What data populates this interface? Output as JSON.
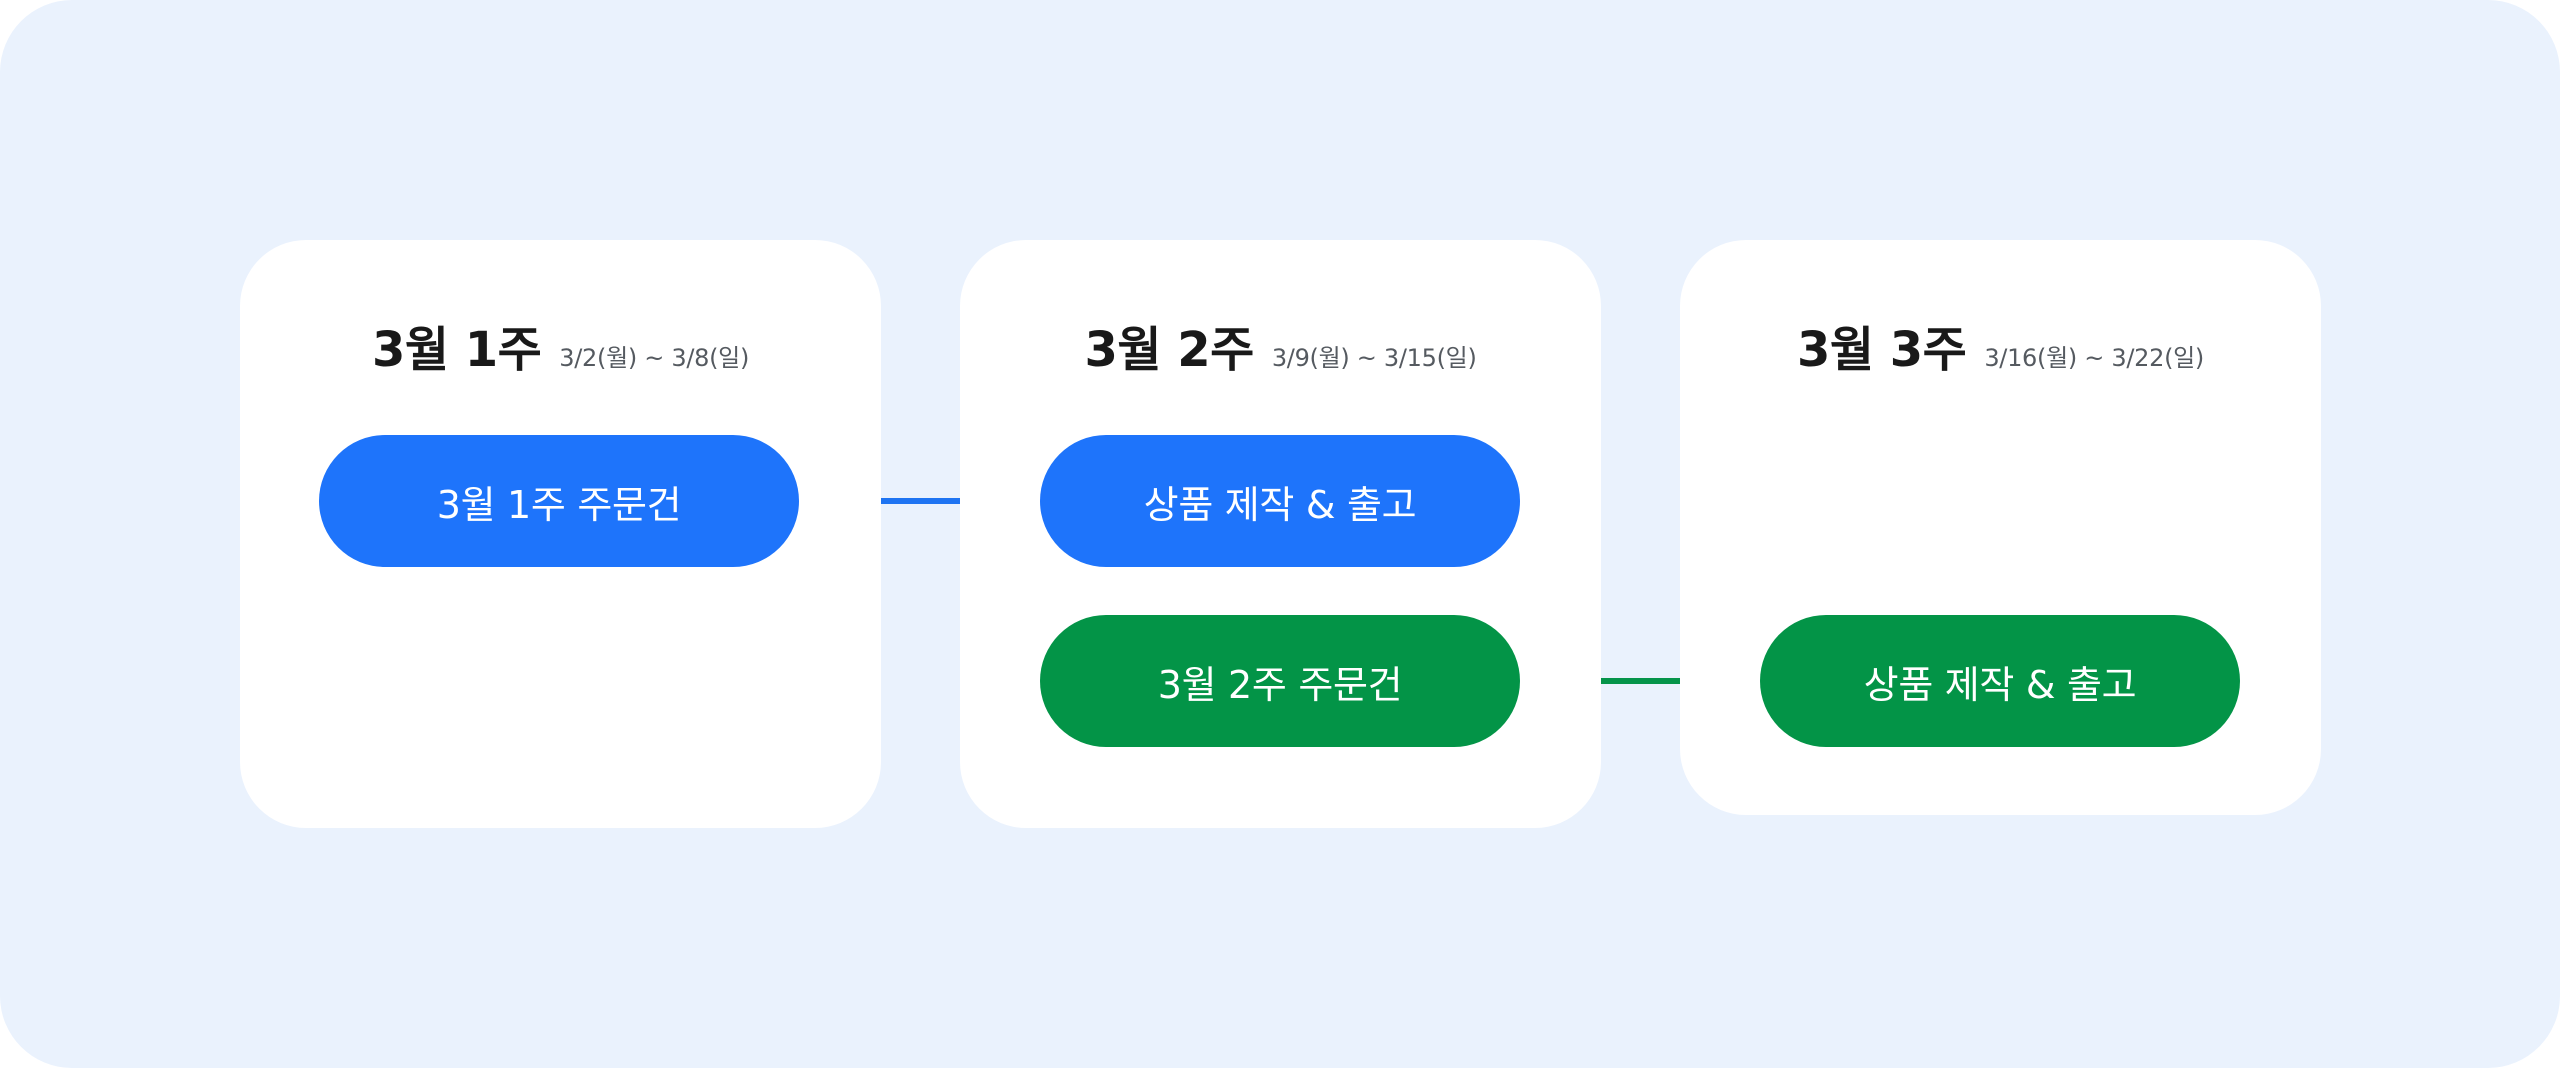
{
  "weeks": [
    {
      "title": "3월 1주",
      "range": "3/2(월) ~ 3/8(일)"
    },
    {
      "title": "3월 2주",
      "range": "3/9(월) ~ 3/15(일)"
    },
    {
      "title": "3월 3주",
      "range": "3/16(월) ~ 3/22(일)"
    }
  ],
  "flows": {
    "week1_orders": {
      "order_label": "3월 1주 주문건",
      "production_label": "상품 제작 & 출고",
      "color": "#1e74fb"
    },
    "week2_orders": {
      "order_label": "3월 2주 주문건",
      "production_label": "상품 제작 & 출고",
      "color": "#039447"
    }
  },
  "colors": {
    "background": "#eaf2fd",
    "card": "#ffffff",
    "blue": "#1e74fb",
    "green": "#039447"
  }
}
